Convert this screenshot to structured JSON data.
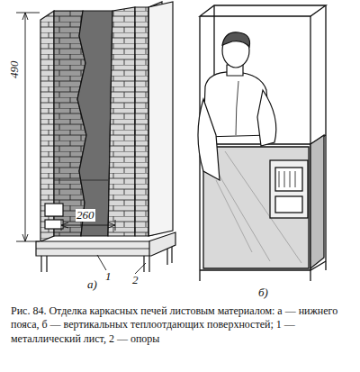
{
  "diagram": {
    "caption": "Рис. 84. Отделка каркасных печей листовым материалом: а — нижнего пояса, б — вертикальных теплоотдающих поверхностей; 1 — металлический лист, 2 — опоры",
    "labels": [
      "490",
      "260",
      "а)",
      "1",
      "2",
      "б)"
    ]
  }
}
